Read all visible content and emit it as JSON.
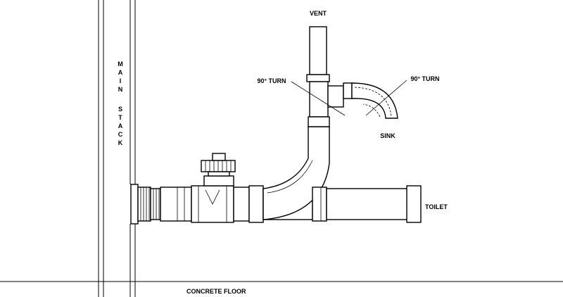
{
  "labels": {
    "vent": "VENT",
    "turn_left": "90° TURN",
    "turn_right": "90° TURN",
    "sink": "SINK",
    "toilet": "TOILET",
    "concrete_floor": "CONCRETE FLOOR",
    "main_stack": [
      "M",
      "A",
      "I",
      "N",
      "",
      "S",
      "T",
      "A",
      "C",
      "K"
    ]
  }
}
